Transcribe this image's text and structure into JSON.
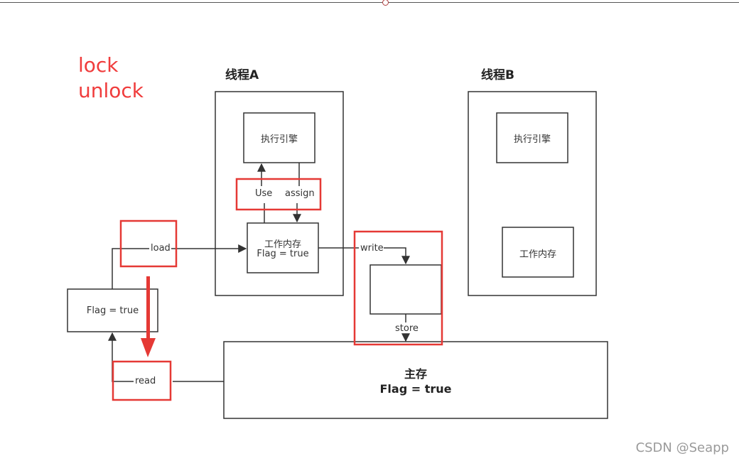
{
  "notes": {
    "lock": "lock",
    "unlock": "unlock"
  },
  "threadA": {
    "title": "线程A",
    "engine": "执行引擎",
    "memory_line1": "工作内存",
    "memory_line2": "Flag = true"
  },
  "threadB": {
    "title": "线程B",
    "engine": "执行引擎",
    "memory": "工作内存"
  },
  "flag_box": "Flag = true",
  "main_memory": {
    "line1": "主存",
    "line2": "Flag = true"
  },
  "ops": {
    "use": "Use",
    "assign": "assign",
    "load": "load",
    "read": "read",
    "write": "write",
    "store": "store"
  },
  "watermark": "CSDN @Seapp",
  "colors": {
    "highlight": "#e53935",
    "line": "#333333"
  }
}
